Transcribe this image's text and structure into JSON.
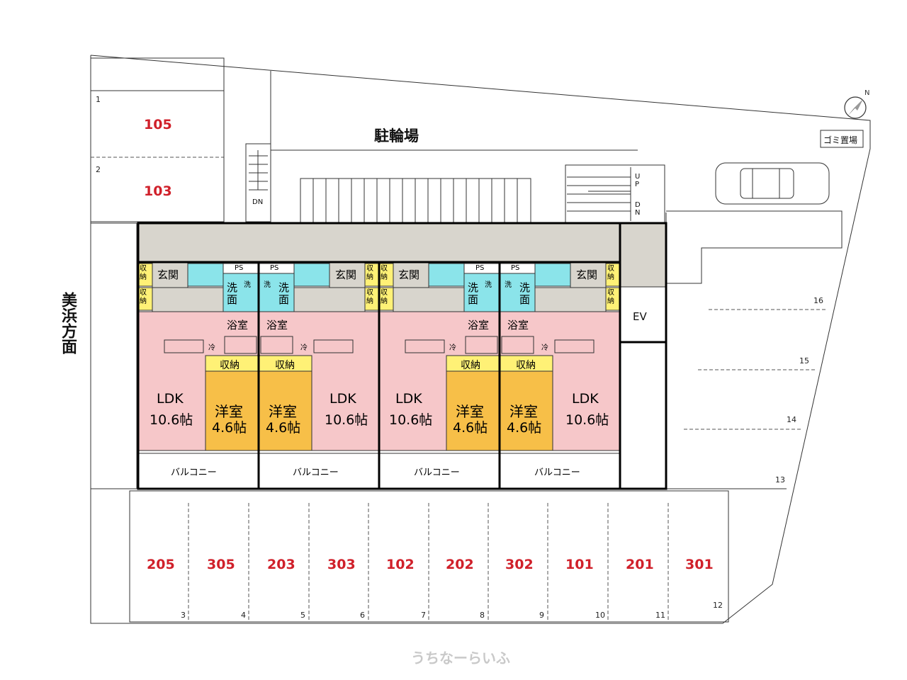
{
  "labels": {
    "bicycle_parking": "駐輪場",
    "garbage": "ゴミ置場",
    "direction": "美浜方面",
    "ev": "EV",
    "up": "UP",
    "dn": "DN",
    "dn_left": "DN",
    "north": "N",
    "watermark": "うちなーらいふ"
  },
  "units": [
    {
      "ldk": "LDK",
      "ldk_size": "10.6帖",
      "western": "洋室",
      "western_size": "4.6帖",
      "storage": "収納",
      "bath": "浴室",
      "wash": "洗面",
      "wash_small": "洗",
      "cold": "冷",
      "ps": "PS",
      "entrance": "玄関",
      "closet": "収納",
      "balcony": "バルコニー"
    },
    {
      "ldk": "LDK",
      "ldk_size": "10.6帖",
      "western": "洋室",
      "western_size": "4.6帖",
      "storage": "収納",
      "bath": "浴室",
      "wash": "洗面",
      "wash_small": "洗",
      "cold": "冷",
      "ps": "PS",
      "entrance": "玄関",
      "closet": "収納",
      "balcony": "バルコニー"
    },
    {
      "ldk": "LDK",
      "ldk_size": "10.6帖",
      "western": "洋室",
      "western_size": "4.6帖",
      "storage": "収納",
      "bath": "浴室",
      "wash": "洗面",
      "wash_small": "洗",
      "cold": "冷",
      "ps": "PS",
      "entrance": "玄関",
      "closet": "収納",
      "balcony": "バルコニー"
    },
    {
      "ldk": "LDK",
      "ldk_size": "10.6帖",
      "western": "洋室",
      "western_size": "4.6帖",
      "storage": "収納",
      "bath": "浴室",
      "wash": "洗面",
      "wash_small": "洗",
      "cold": "冷",
      "ps": "PS",
      "entrance": "玄関",
      "closet": "収納",
      "balcony": "バルコニー"
    }
  ],
  "parking_bottom": [
    {
      "room": "205",
      "num": "3"
    },
    {
      "room": "305",
      "num": "4"
    },
    {
      "room": "203",
      "num": "5"
    },
    {
      "room": "303",
      "num": "6"
    },
    {
      "room": "102",
      "num": "7"
    },
    {
      "room": "202",
      "num": "8"
    },
    {
      "room": "302",
      "num": "9"
    },
    {
      "room": "101",
      "num": "10"
    },
    {
      "room": "201",
      "num": "11"
    },
    {
      "room": "301",
      "num": "12"
    }
  ],
  "parking_left": [
    {
      "room": "105",
      "num": "1"
    },
    {
      "room": "103",
      "num": "2"
    }
  ],
  "parking_right": [
    "16",
    "15",
    "14",
    "13"
  ],
  "colors": {
    "room_number": "#d0202a",
    "ldk": "#f6c7c9",
    "western": "#f7bf48",
    "storage": "#fff176",
    "wet": "#8be4ea",
    "corridor": "#d8d5cd"
  }
}
